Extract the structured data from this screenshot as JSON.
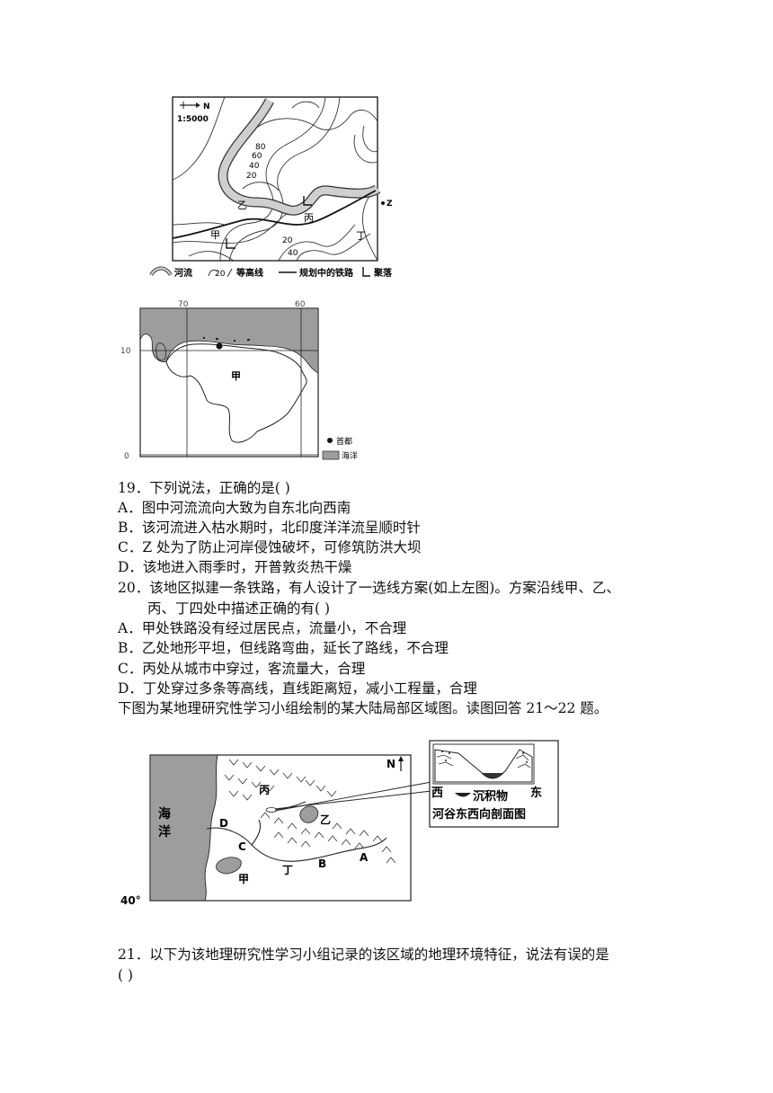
{
  "figure1": {
    "north_label": "N",
    "scale": "1:5000",
    "contours_top": [
      "80",
      "60",
      "40",
      "20"
    ],
    "contours_bottom": [
      "20",
      "40"
    ],
    "place_labels": {
      "jia": "甲",
      "yi": "乙",
      "bing": "丙",
      "ding": "丁",
      "z": "Z"
    },
    "legend": {
      "river": "河流",
      "contour_num": "20",
      "contour": "等高线",
      "railway": "规划中的铁路",
      "settlement": "聚落"
    }
  },
  "figure2": {
    "lon_labels": [
      "70",
      "60"
    ],
    "lat_labels": [
      "10",
      "0"
    ],
    "country_label": "甲",
    "legend": {
      "capital": "首都",
      "ocean": "海洋"
    }
  },
  "questions": {
    "q19": {
      "stem": "19．下列说法，正确的是(      )",
      "options": [
        "A．图中河流流向大致为自东北向西南",
        "B．该河流进入枯水期时，北印度洋洋流呈顺时针",
        "C．Z 处为了防止河岸侵蚀破坏，可修筑防洪大坝",
        "D．该地进入雨季时，开普敦炎热干燥"
      ]
    },
    "q20": {
      "stem_line1": "20．该地区拟建一条铁路，有人设计了一选线方案(如上左图)。方案沿线甲、乙、",
      "stem_line2": "丙、丁四处中描述正确的有(      )",
      "options": [
        "A．甲处铁路没有经过居民点，流量小，不合理",
        "B．乙处地形平坦，但线路弯曲，延长了路线，不合理",
        "C．丙处从城市中穿过，客流量大，合理",
        "D．丁处穿过多条等高线，直线距离短，减小工程量，合理"
      ]
    },
    "intro_21_22": "下图为某地理研究性学习小组绘制的某大陆局部区域图。读图回答 21～22 题。",
    "q21": {
      "stem_line1": "21．以下为该地理研究性学习小组记录的该区域的地理环境特征，说法有误的是",
      "stem_line2": "(      )"
    }
  },
  "figure3": {
    "ocean_label": [
      "海",
      "洋"
    ],
    "lat_label": "40°",
    "place_labels": {
      "bing": "丙",
      "yi": "乙",
      "jia": "甲",
      "ding": "丁",
      "a": "A",
      "b": "B",
      "c": "C",
      "d": "D"
    },
    "north_label": "N",
    "inset": {
      "west": "西",
      "east": "东",
      "sediment": "沉积物",
      "title": "河谷东西向剖面图"
    }
  }
}
